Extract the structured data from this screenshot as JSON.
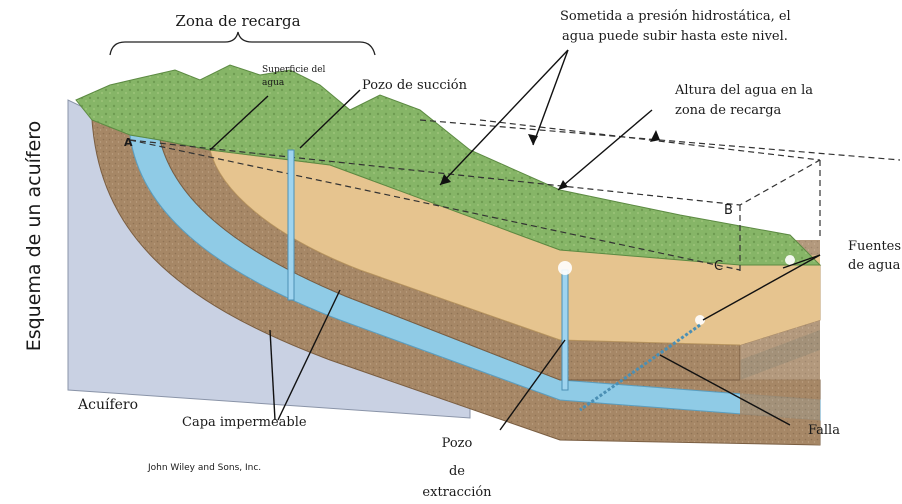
{
  "side_title": "Esquema de un acuífero",
  "labels": {
    "zona_recarga": "Zona de recarga",
    "superficie_l1": "Superficie del",
    "superficie_l2": "agua",
    "pozo_succion": "Pozo de succión",
    "presion_l1": "Sometida a presión hidrostática, el",
    "presion_l2": "agua puede subir hasta este nivel.",
    "altura_l1": "Altura del agua en la",
    "altura_l2": "zona de recarga",
    "fuentes_l1": "Fuentes",
    "fuentes_l2": "de agua",
    "acuifero": "Acuífero",
    "capa": "Capa impermeable",
    "pozo_ext_l1": "Pozo",
    "pozo_ext_l2": "de",
    "pozo_ext_l3": "extracción",
    "falla": "Falla",
    "credit": "John Wiley and Sons, Inc.",
    "pt_a": "A",
    "pt_b": "B",
    "pt_c": "C"
  },
  "colors": {
    "grass": "#7fae5f",
    "sand": "#e6c48f",
    "clay": "#a88a68",
    "water": "#8fcbe6",
    "rock": "#c9d1e3"
  }
}
